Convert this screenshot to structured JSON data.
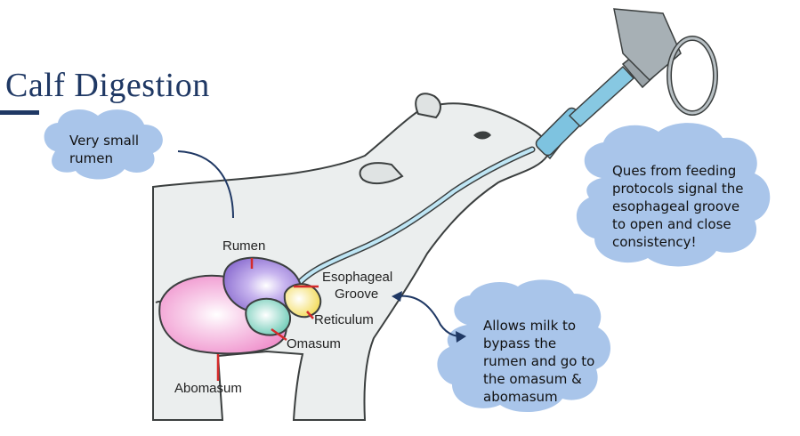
{
  "title": "Calf Digestion",
  "organs": {
    "rumen": "Rumen",
    "esophageal_groove_line1": "Esophageal",
    "esophageal_groove_line2": "Groove",
    "reticulum": "Reticulum",
    "omasum": "Omasum",
    "abomasum": "Abomasum"
  },
  "callouts": {
    "small_rumen": [
      "Very small",
      "rumen"
    ],
    "feeding_cues": [
      "Ques from feeding",
      "protocols signal the",
      "esophageal groove",
      "to open and close",
      "consistency!"
    ],
    "bypass": [
      "Allows milk to",
      "bypass the",
      "rumen and go to",
      "the omasum &",
      "abomasum"
    ]
  },
  "colors": {
    "title": "#1f3864",
    "cloud": "#a9c5ea",
    "rumen": "#9b7fd6",
    "reticulum": "#f5e27a",
    "omasum": "#8ed6c6",
    "abomasum": "#f2a8d4",
    "pointer": "#d42b2b",
    "arrow": "#1f3864"
  }
}
